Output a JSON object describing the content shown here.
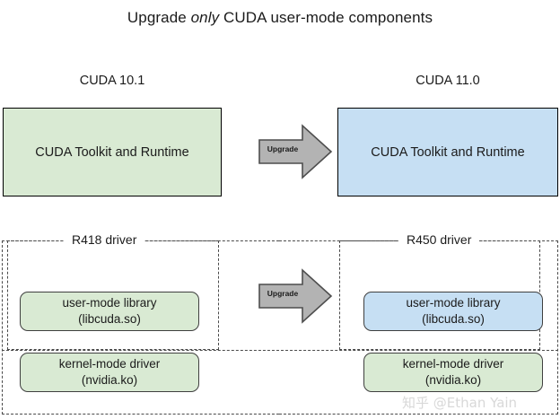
{
  "title": {
    "part1": "Upgrade ",
    "emphasis": "only",
    "part2": " CUDA user-mode components"
  },
  "columns": {
    "left_header": "CUDA 10.1",
    "right_header": "CUDA 11.0"
  },
  "toolkit": {
    "left_label": "CUDA Toolkit and Runtime",
    "right_label": "CUDA Toolkit and Runtime"
  },
  "arrows": {
    "top_label": "Upgrade",
    "bottom_label": "Upgrade"
  },
  "drivers": {
    "left_label": "R418 driver",
    "right_label": "R450 driver"
  },
  "components": {
    "user_mode_library": {
      "line1": "user-mode library",
      "line2": "(libcuda.so)"
    },
    "kernel_mode_driver": {
      "line1": "kernel-mode driver",
      "line2": "(nvidia.ko)"
    }
  },
  "watermark": "知乎 @Ethan Yain",
  "colors": {
    "green_fill": "#d9ead3",
    "blue_fill": "#c6dff3",
    "arrow_fill": "#b3b3b3",
    "box_stroke": "#000000",
    "dashed_stroke": "#4a4a4a",
    "watermark": "#d8d8d8"
  },
  "diagram_data": {
    "type": "diagram",
    "description": "Two-column before/after comparison of CUDA stack components during a user-mode-only upgrade",
    "nodes": [
      {
        "id": "toolkit-left",
        "label": "CUDA Toolkit and Runtime",
        "column": "CUDA 10.1",
        "fill": "green"
      },
      {
        "id": "toolkit-right",
        "label": "CUDA Toolkit and Runtime",
        "column": "CUDA 11.0",
        "fill": "blue"
      },
      {
        "id": "umlib-left",
        "label": "user-mode library (libcuda.so)",
        "container": "R418 driver",
        "fill": "green"
      },
      {
        "id": "umlib-right",
        "label": "user-mode library (libcuda.so)",
        "container": "R450 driver",
        "fill": "blue"
      },
      {
        "id": "kmdrv-left",
        "label": "kernel-mode driver (nvidia.ko)",
        "container": "R418 driver",
        "fill": "green"
      },
      {
        "id": "kmdrv-right",
        "label": "kernel-mode driver (nvidia.ko)",
        "container": "R450 driver",
        "fill": "green"
      }
    ],
    "edges": [
      {
        "from": "toolkit-left",
        "to": "toolkit-right",
        "label": "Upgrade"
      },
      {
        "from": "umlib-left",
        "to": "umlib-right",
        "label": "Upgrade"
      }
    ]
  }
}
